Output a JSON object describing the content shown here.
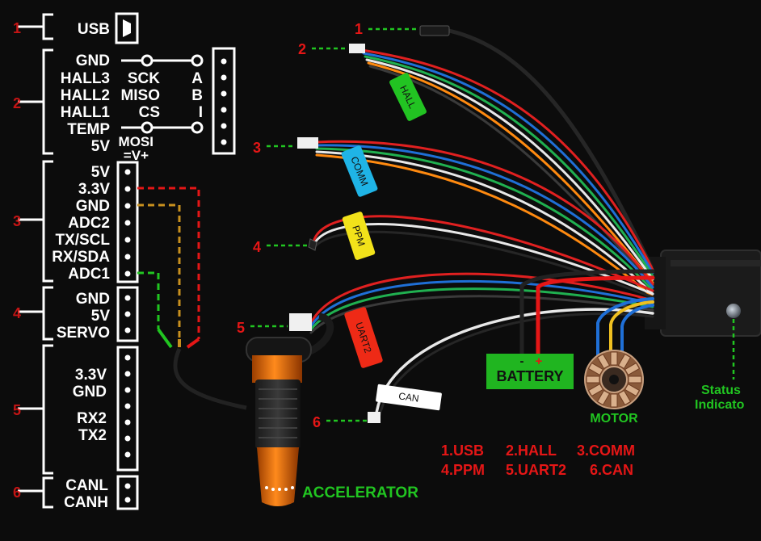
{
  "left_panel": {
    "groups": [
      {
        "index": "1",
        "labels": [
          "USB"
        ]
      },
      {
        "index": "2",
        "labels": [
          "GND",
          "HALL3",
          "HALL2",
          "HALL1",
          "TEMP",
          "5V"
        ],
        "alt_labels": [
          "SCK",
          "MISO",
          "CS",
          "MOSI",
          "=V+"
        ],
        "side_letters": [
          "A",
          "B",
          "I"
        ]
      },
      {
        "index": "3",
        "labels": [
          "5V",
          "3.3V",
          "GND",
          "ADC2",
          "TX/SCL",
          "RX/SDA",
          "ADC1"
        ]
      },
      {
        "index": "4",
        "labels": [
          "GND",
          "5V",
          "SERVO"
        ]
      },
      {
        "index": "5",
        "labels": [
          "3.3V",
          "GND",
          "RX2",
          "TX2"
        ]
      },
      {
        "index": "6",
        "labels": [
          "CANL",
          "CANH"
        ]
      }
    ]
  },
  "connectors": [
    {
      "number": "1"
    },
    {
      "number": "2"
    },
    {
      "number": "3"
    },
    {
      "number": "4"
    },
    {
      "number": "5"
    },
    {
      "number": "6"
    }
  ],
  "cable_tags": [
    {
      "label": "HALL",
      "color": "#22c322"
    },
    {
      "label": "COMM",
      "color": "#1fb4e6"
    },
    {
      "label": "PPM",
      "color": "#f2e21a"
    },
    {
      "label": "UART2",
      "color": "#ee2a16"
    },
    {
      "label": "CAN",
      "color": "#ffffff"
    }
  ],
  "battery": {
    "label": "BATTERY",
    "minus": "-",
    "plus": "+",
    "color": "#20b520"
  },
  "motor": {
    "label": "MOTOR"
  },
  "status": {
    "line1": "Status",
    "line2": "Indicato"
  },
  "accelerator": {
    "label": "ACCELERATOR"
  },
  "legend": {
    "row1": [
      "1.USB",
      "2.HALL",
      "3.COMM"
    ],
    "row2": [
      "4.PPM",
      "5.UART2",
      "6.CAN"
    ]
  },
  "colors": {
    "red": "#e51616",
    "green": "#21c521",
    "white": "#ffffff",
    "background": "#0c0c0c"
  }
}
